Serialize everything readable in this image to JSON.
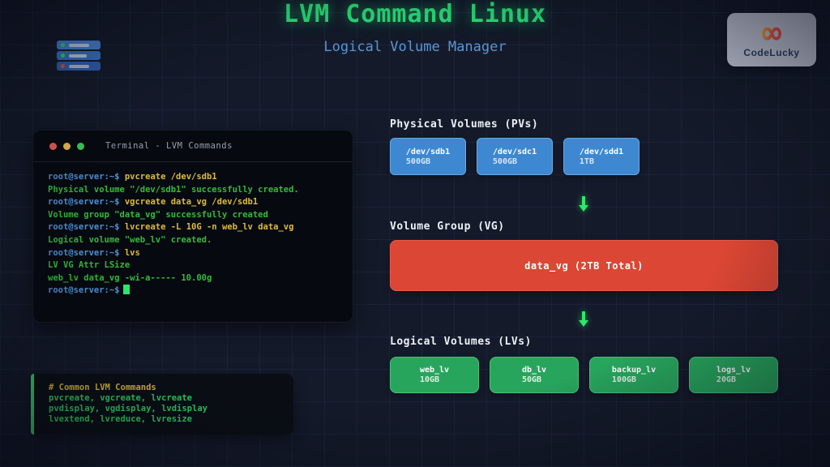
{
  "page": {
    "title": "LVM Command Linux",
    "subtitle": "Logical Volume Manager"
  },
  "logo": {
    "brand": "CodeLucky",
    "icon": "infinity-icon",
    "symbol": "∞"
  },
  "terminal": {
    "title": "Terminal - LVM Commands",
    "prompt": "root@server:~$",
    "lines": [
      {
        "command": "pvcreate /dev/sdb1"
      },
      {
        "output": "Physical volume \"/dev/sdb1\" successfully created."
      },
      {
        "command": "vgcreate data_vg /dev/sdb1"
      },
      {
        "output": "Volume group \"data_vg\" successfully created"
      },
      {
        "command": "lvcreate -L 10G -n web_lv data_vg"
      },
      {
        "output": "Logical volume \"web_lv\" created."
      },
      {
        "command": "lvs"
      },
      {
        "output": "LV VG Attr LSize"
      },
      {
        "output": "web_lv data_vg -wi-a----- 10.00g"
      },
      {
        "command": ""
      }
    ]
  },
  "diagram": {
    "pv": {
      "heading": "Physical Volumes (PVs)",
      "items": [
        {
          "name": "/dev/sdb1",
          "size": "500GB"
        },
        {
          "name": "/dev/sdc1",
          "size": "500GB"
        },
        {
          "name": "/dev/sdd1",
          "size": "1TB"
        }
      ]
    },
    "vg": {
      "heading": "Volume Group (VG)",
      "label": "data_vg (2TB Total)"
    },
    "lv": {
      "heading": "Logical Volumes (LVs)",
      "items": [
        {
          "name": "web_lv",
          "size": "10GB"
        },
        {
          "name": "db_lv",
          "size": "50GB"
        },
        {
          "name": "backup_lv",
          "size": "100GB"
        },
        {
          "name": "logs_lv",
          "size": "20GB"
        }
      ]
    }
  },
  "commands_box": {
    "heading": "# Common LVM Commands",
    "rows": [
      "pvcreate, vgcreate, lvcreate",
      "pvdisplay, vgdisplay, lvdisplay",
      "lvextend, lvreduce, lvresize"
    ]
  },
  "colors": {
    "background": "#151a2b",
    "title_green": "#2be97c",
    "subtitle_blue": "#579ad9",
    "pv_blue": "#3e88d2",
    "vg_red": "#dc4634",
    "lv_green": "#28a55d",
    "terminal_prompt": "#4f93d9",
    "terminal_command": "#ddba3e",
    "terminal_output": "#33bb3a",
    "arrow_green": "#2ee86a",
    "cmd_heading_yellow": "#e3c33f",
    "cmd_text_green": "#2fdf66"
  }
}
